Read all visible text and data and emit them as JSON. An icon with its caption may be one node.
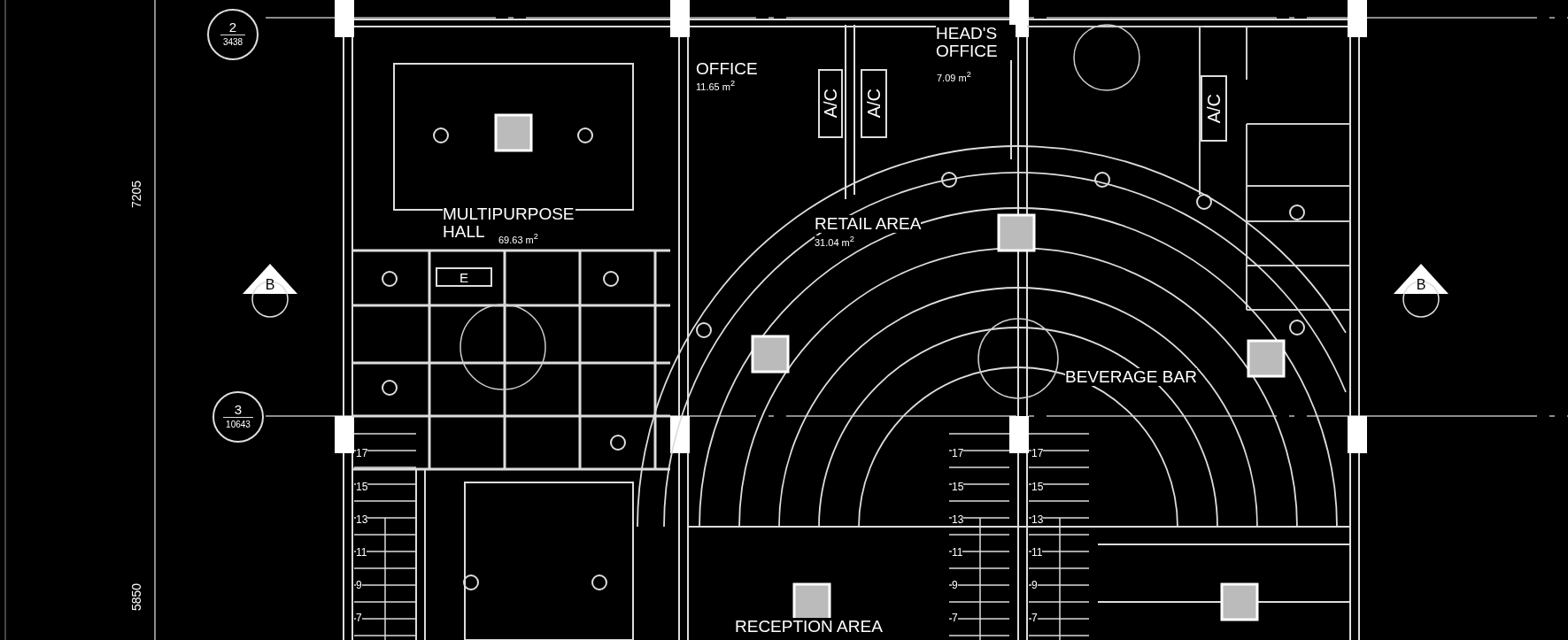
{
  "diagram": {
    "nodes": [
      {
        "text": [
          "2",
          "3438"
        ]
      },
      {
        "text": [
          "B"
        ]
      },
      {
        "text": [
          "A/C"
        ]
      },
      {
        "text": [
          "A/C"
        ]
      },
      {
        "text": [
          "A/C"
        ]
      },
      {
        "text": [
          "B"
        ]
      },
      {
        "text": [
          "E"
        ]
      },
      {
        "text": [
          "3",
          "10643"
        ]
      }
    ],
    "labels": [
      "HEAD'S OFFICE",
      "7.09 m$^{2}$",
      "OFFICE",
      "11.65 m$^{2}$",
      "7205",
      "MULTIPURPOSE HALL",
      "69.63 m$^{2}$",
      "RETAIL AREA",
      "31.04 m$^{2}$",
      "BEVERAGE BAR",
      "17",
      "17",
      "17",
      "15",
      "15",
      "15",
      "13",
      "13",
      "13",
      "11",
      "11",
      "11",
      "9",
      "9",
      "9",
      "7",
      "7",
      "7",
      "RECEPTION AREA",
      "5850"
    ]
  }
}
